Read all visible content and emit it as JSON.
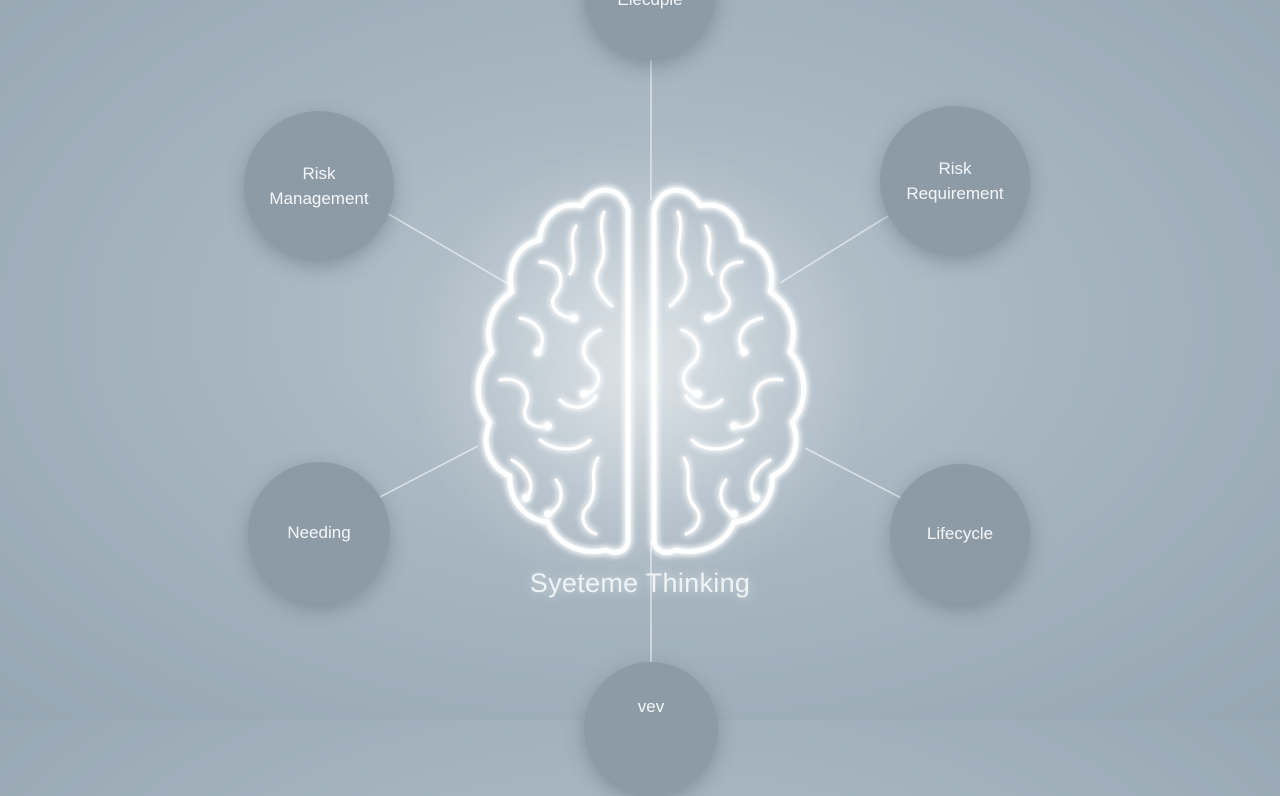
{
  "diagram": {
    "center_label": "Syeteme Thinking",
    "nodes": {
      "top": "Elecdpie",
      "top_left": "Risk\nManagement",
      "top_right": "Risk\nRequirement",
      "bottom_left": "Needing",
      "bottom_right": "Lifecycle",
      "bottom": "vev"
    }
  },
  "colors": {
    "background": "#a6b5c0",
    "node_fill": "#8d9ba6",
    "brain_glow": "#ffffff",
    "connector": "#e8eef2"
  },
  "icons": {
    "center": "brain-icon"
  }
}
